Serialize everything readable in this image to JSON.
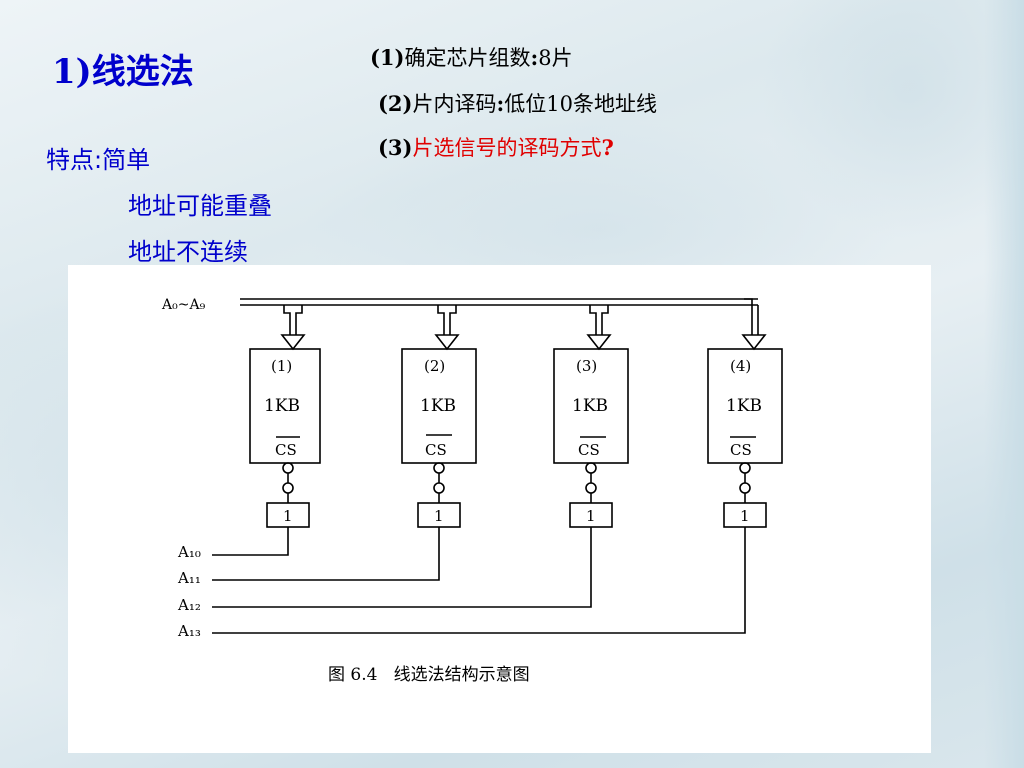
{
  "slide": {
    "title": "1)线选法",
    "steps": [
      {
        "num": "(1)",
        "text_a": "确定芯片组数",
        "sep": ":",
        "text_b": "8片"
      },
      {
        "num": "(2)",
        "text_a": "片内译码",
        "sep": ":",
        "text_b": "低位10条地址线"
      },
      {
        "num": "(3)",
        "text_a": "片选信号的译码方式",
        "mark": "?"
      }
    ],
    "features": {
      "label": "特点:简单",
      "items": [
        "地址可能重叠",
        "地址不连续"
      ]
    }
  },
  "diagram": {
    "input_label": "A₀~A₉",
    "chips": [
      {
        "index": "(1)",
        "size": "1KB",
        "cs": "CS"
      },
      {
        "index": "(2)",
        "size": "1KB",
        "cs": "CS"
      },
      {
        "index": "(3)",
        "size": "1KB",
        "cs": "CS"
      },
      {
        "index": "(4)",
        "size": "1KB",
        "cs": "CS"
      }
    ],
    "gate_label": "1",
    "address_lines": [
      "A₁₀",
      "A₁₁",
      "A₁₂",
      "A₁₃"
    ],
    "caption": "图 6.4   线选法结构示意图"
  }
}
